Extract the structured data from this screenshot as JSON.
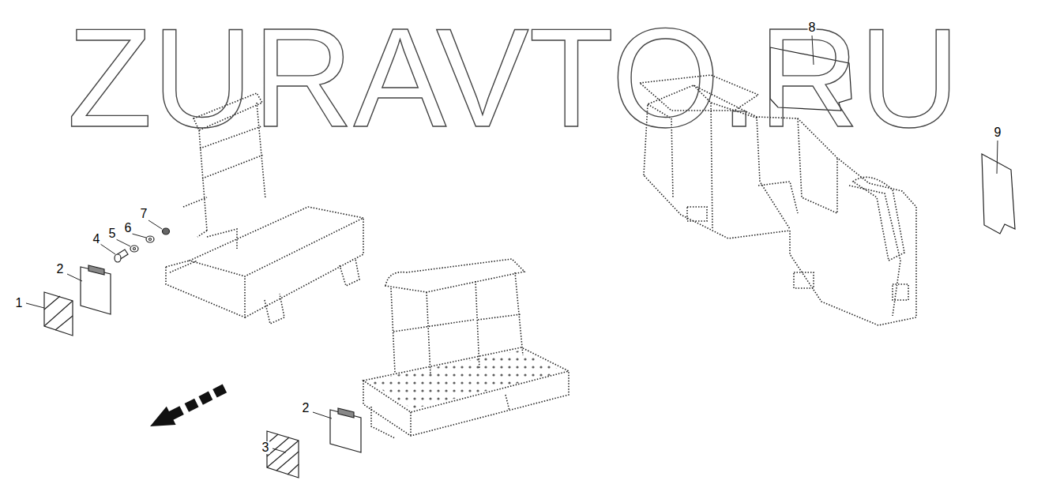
{
  "diagram": {
    "labels": [
      "ZURAVTO.RU",
      "1",
      "2",
      "4",
      "5",
      "6",
      "7",
      "2",
      "3",
      "8",
      "9"
    ]
  }
}
